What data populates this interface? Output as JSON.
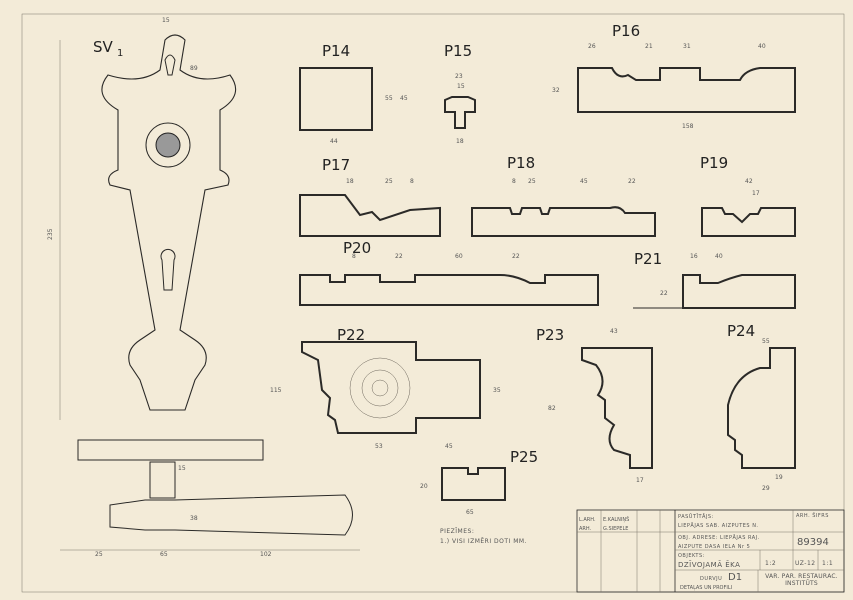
{
  "labels": {
    "sv1": "SV",
    "sv1_sub": "1",
    "p14": "P14",
    "p15": "P15",
    "p16": "P16",
    "p17": "P17",
    "p18": "P18",
    "p19": "P19",
    "p20": "P20",
    "p21": "P21",
    "p22": "P22",
    "p23": "P23",
    "p24": "P24",
    "p25": "P25"
  },
  "dimensions": {
    "p14": [
      "44",
      "55",
      "45"
    ],
    "p15": [
      "23",
      "15",
      "18"
    ],
    "p16": [
      "26",
      "21",
      "31",
      "40",
      "158",
      "32"
    ],
    "p17": [
      "18",
      "25",
      "8"
    ],
    "p18": [
      "8",
      "25",
      "45",
      "22"
    ],
    "p19": [
      "42",
      "17"
    ],
    "p20": [
      "8",
      "22",
      "60",
      "22"
    ],
    "p21": [
      "16",
      "40",
      "22"
    ],
    "p22": [
      "53",
      "45",
      "35",
      "115"
    ],
    "p23": [
      "43",
      "17",
      "82"
    ],
    "p24": [
      "55",
      "29",
      "19"
    ],
    "p25": [
      "65",
      "20"
    ],
    "sv1": [
      "15",
      "89",
      "235",
      "102",
      "25",
      "65",
      "15",
      "38"
    ]
  },
  "notes": {
    "heading": "PIEZĪMES:",
    "item1": "1.) VISI IZMĒRI DOTI MM."
  },
  "title_block": {
    "customer_label": "PASŪTĪTĀJS:",
    "customer": "LIEPĀJAS SAB. AIZPUTES N.",
    "address_label": "OBJ. ADRESE: LIEPĀJAS RAJ.",
    "address": "AIZPUTE   DASA IELA Nr 5",
    "object_label": "OBJEKTS:",
    "object": "DZĪVOJAMĀ ĒKA",
    "drawing_title": "DURVJU",
    "drawing_code": "D1",
    "drawing_subtitle": "DETAĻAS UN PROFILI",
    "number": "89394",
    "archive_label": "ARH. ŠIFRS",
    "scale": "1:2",
    "sheet": "UZ-12",
    "sheet_no": "1:1",
    "role1": "L.ARH.",
    "name1": "E.KALNIŅŠ",
    "role2": "ARH.",
    "name2": "G.SIEPELE",
    "org": "VAR. PĀR. RESTAURĀC. INSTITŪTS"
  }
}
